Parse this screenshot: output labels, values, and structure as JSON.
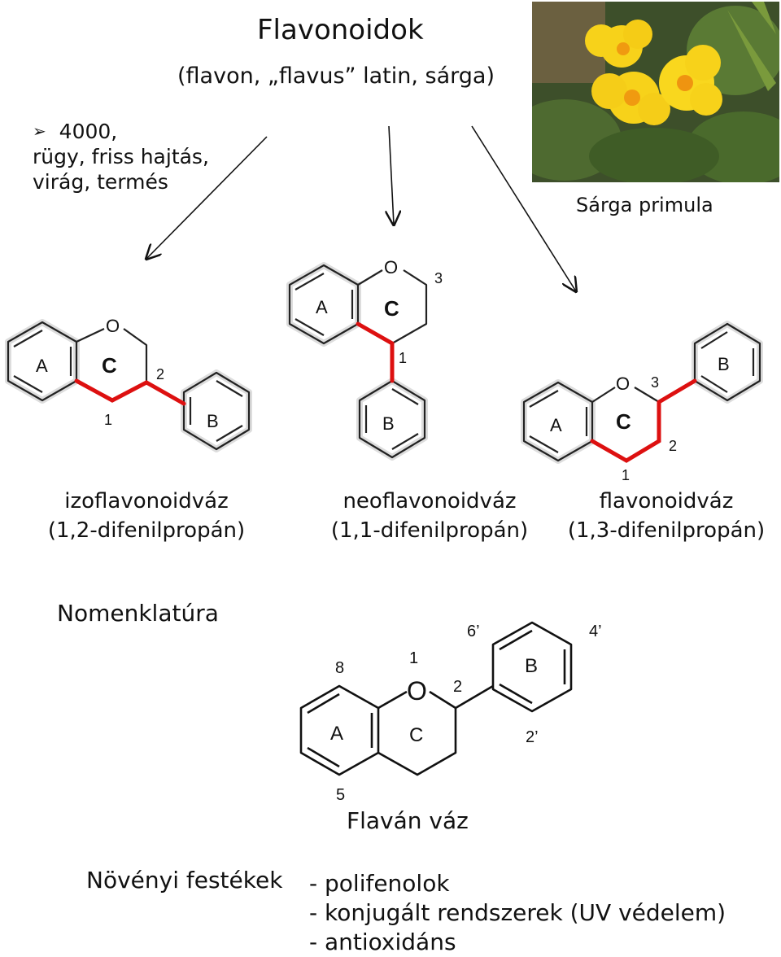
{
  "header": {
    "title": "Flavonoidok",
    "subtitle": "(flavon, „flavus” latin, sárga)"
  },
  "bullet": {
    "lines": [
      "4000,",
      "rügy, friss hajtás,",
      "virág, termés"
    ]
  },
  "photo": {
    "caption": "Sárga primula"
  },
  "skeletons": {
    "iso": {
      "name": "izoflavonoidváz",
      "formula": "(1,2-difenilpropán)",
      "ring_a": "A",
      "ring_b": "B",
      "ring_c": "C",
      "o": "O",
      "n1": "1",
      "n2": "2"
    },
    "neo": {
      "name": "neoflavonoidváz",
      "formula": "(1,1-difenilpropán)",
      "ring_a": "A",
      "ring_b": "B",
      "ring_c": "C",
      "o": "O",
      "n1": "1",
      "n3": "3"
    },
    "flavonoid": {
      "name": "flavonoidváz",
      "formula": "(1,3-difenilpropán)",
      "ring_a": "A",
      "ring_b": "B",
      "ring_c": "C",
      "o": "O",
      "n1": "1",
      "n2": "2",
      "n3": "3"
    }
  },
  "nomenclature": {
    "title": "Nomenklatúra",
    "caption": "Flaván váz",
    "o": "O",
    "ring_a": "A",
    "ring_b": "B",
    "ring_c": "C",
    "n1": "1",
    "n2": "2",
    "n5": "5",
    "n8": "8",
    "n2p": "2’",
    "n4p": "4’",
    "n6p": "6’"
  },
  "pigments": {
    "label": "Növényi festékek",
    "items": [
      "- polifenolok",
      "- konjugált rendszerek (UV védelem)",
      "- antioxidáns"
    ]
  },
  "colors": {
    "highlight_bond": "#dd1010",
    "flower_yellow": "#f7d21a",
    "flower_center": "#f09a10",
    "leaf_green": "#4a6e2c"
  }
}
